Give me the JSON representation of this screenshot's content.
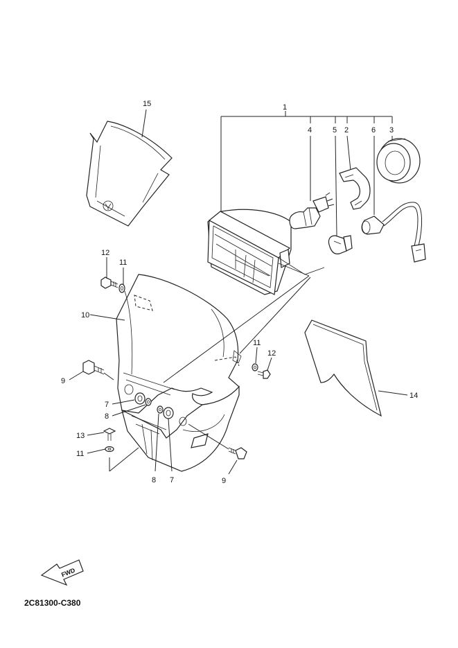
{
  "callouts": {
    "c1": "1",
    "c2": "2",
    "c3": "3",
    "c4": "4",
    "c5": "5",
    "c6": "6",
    "c7a": "7",
    "c7b": "7",
    "c8a": "8",
    "c8b": "8",
    "c9a": "9",
    "c9b": "9",
    "c10": "10",
    "c11a": "11",
    "c11b": "11",
    "c11c": "11",
    "c12a": "12",
    "c12b": "12",
    "c13": "13",
    "c14": "14",
    "c15": "15"
  },
  "diagram_code": "2C81300-C380",
  "fwd_label": "FWD",
  "icons": {
    "fwd_arrow": "fwd-arrow-icon",
    "brand_logo": "tuning-fork-logo-icon"
  }
}
